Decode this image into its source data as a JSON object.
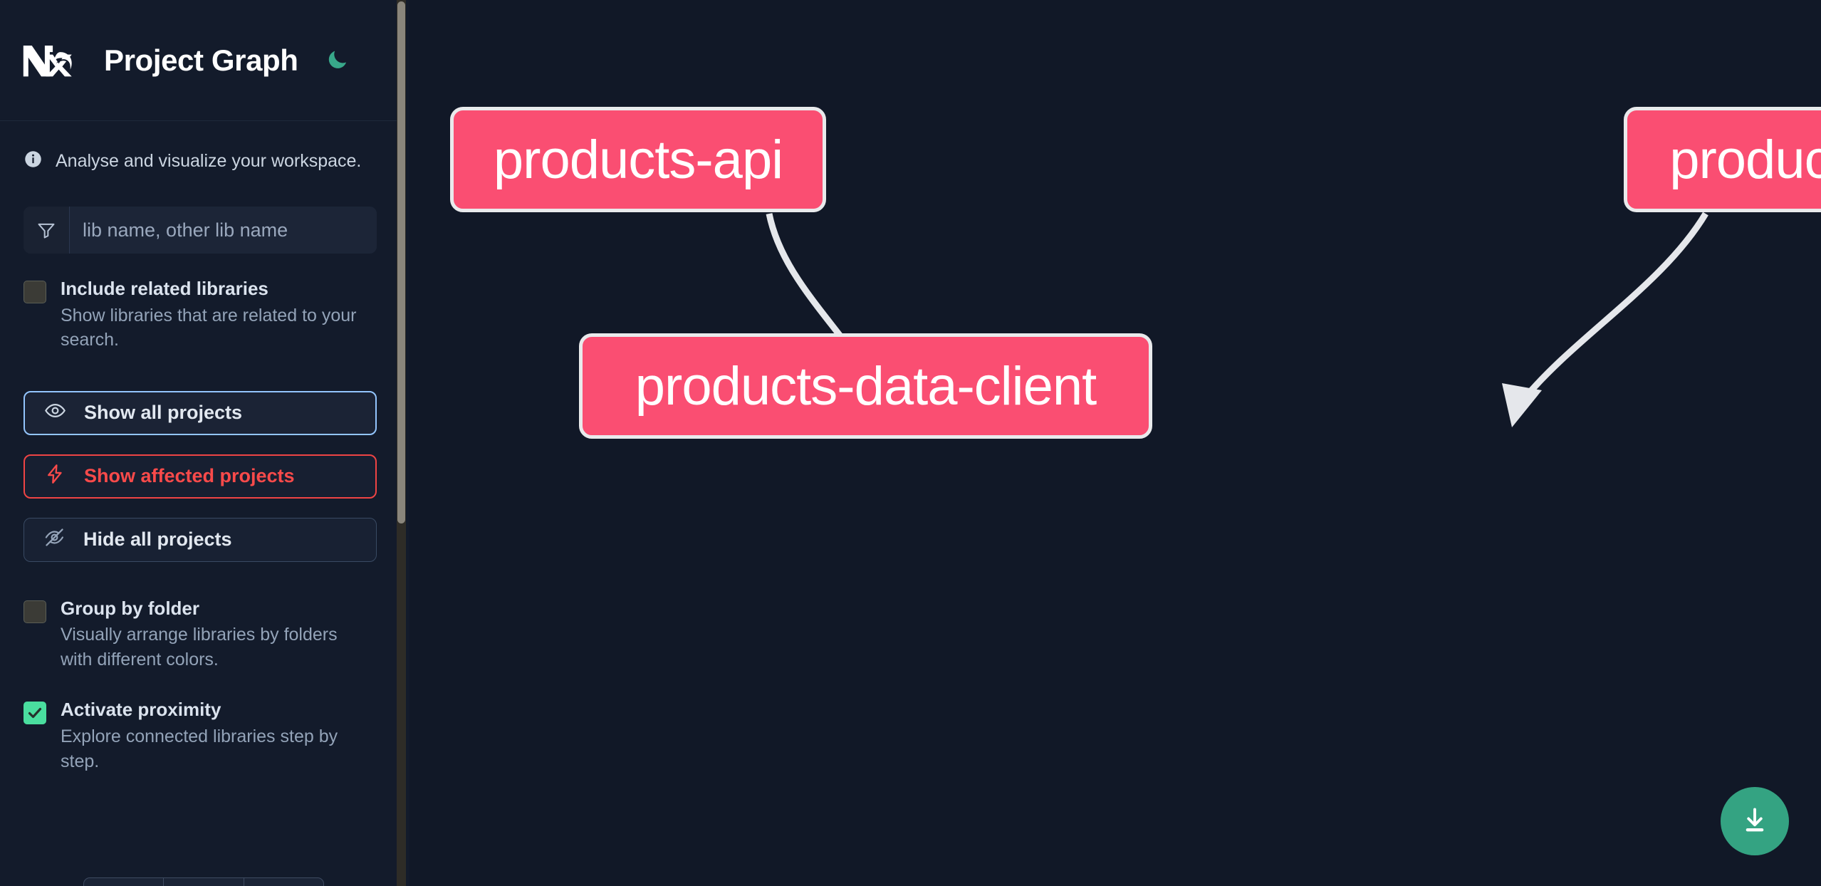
{
  "app": {
    "title": "Project Graph",
    "logo_icon": "nx-logo",
    "theme_toggle_icon": "moon-icon"
  },
  "sidebar": {
    "info": {
      "icon": "info-icon",
      "text": "Analyse and visualize your workspace."
    },
    "filter": {
      "icon": "funnel-icon",
      "value": "",
      "placeholder": "lib name, other lib name"
    },
    "checkboxes": [
      {
        "id": "include-related-libraries",
        "label": "Include related libraries",
        "description": "Show libraries that are related to your search.",
        "checked": false
      },
      {
        "id": "group-by-folder",
        "label": "Group by folder",
        "description": "Visually arrange libraries by folders with different colors.",
        "checked": false
      },
      {
        "id": "activate-proximity",
        "label": "Activate proximity",
        "description": "Explore connected libraries step by step.",
        "checked": true
      }
    ],
    "buttons": [
      {
        "id": "show-all-projects",
        "label": "Show all projects",
        "icon": "eye-icon",
        "accent": "#93c5fd"
      },
      {
        "id": "show-affected-projects",
        "label": "Show affected projects",
        "icon": "lightning-bolt-icon",
        "accent": "#ef4444"
      },
      {
        "id": "hide-all-projects",
        "label": "Hide all projects",
        "icon": "eye-slash-icon",
        "accent": "#394a63"
      }
    ]
  },
  "graph": {
    "background": "#111827",
    "node_fill": "#fa4e72",
    "node_border": "#e9eaec",
    "edge_color": "#e5e7eb",
    "nodes": [
      {
        "id": "products-api",
        "label": "products-api"
      },
      {
        "id": "products-cli",
        "label": "products-cli"
      },
      {
        "id": "products-data-client",
        "label": "products-data-client"
      }
    ],
    "edges": [
      {
        "from": "products-api",
        "to": "products-data-client"
      },
      {
        "from": "products-cli",
        "to": "products-data-client"
      }
    ],
    "download_button": {
      "icon": "download-icon",
      "color": "#34a382"
    }
  }
}
